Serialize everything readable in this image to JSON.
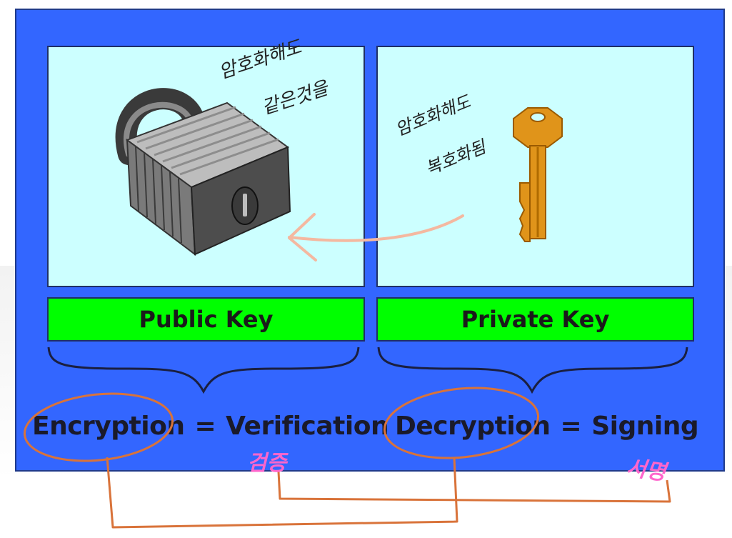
{
  "keys": {
    "public": {
      "label": "Public Key",
      "term_left": "Encryption",
      "operator": "=",
      "term_right": "Verification"
    },
    "private": {
      "label": "Private Key",
      "term_left": "Decryption",
      "operator": "=",
      "term_right": "Signing"
    }
  },
  "handwritten_notes": {
    "lock_note_line1": "암호화해도",
    "lock_note_line2": "같은것을",
    "key_note_line1": "암호화해도",
    "key_note_line2": "복호화됨",
    "verify_note": "검증",
    "sign_note": "서명"
  },
  "colors": {
    "board": "#3366ff",
    "panel": "#ccffff",
    "label_bar": "#00ff00",
    "annotation": "#e07a3c",
    "annotation_korean": "#ff66cc"
  },
  "icons": [
    "padlock-icon",
    "key-icon"
  ]
}
